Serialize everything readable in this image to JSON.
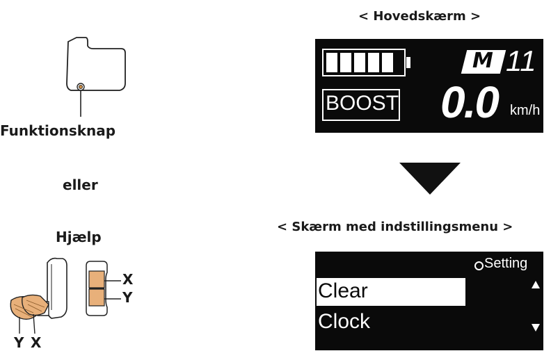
{
  "left": {
    "function_button_label": "Funktionsknap",
    "or_label": "eller",
    "assist_label": "Hjælp",
    "assist_switch": {
      "upper_key": "X",
      "lower_key": "Y",
      "lever_left": "Y",
      "lever_right": "X"
    }
  },
  "main_screen": {
    "title": "< Hovedskærm >",
    "mode_badge": "M",
    "assist_number": "11",
    "boost_label": "BOOST",
    "speed_value": "0.0",
    "speed_unit": "km/h",
    "battery_cells": 5
  },
  "settings_screen": {
    "title": "< Skærm med indstillingsmenu >",
    "header": "Setting",
    "menu_items": [
      "Clear",
      "Clock"
    ]
  },
  "colors": {
    "screen_bg": "#0a0a0a",
    "lever_fill": "#e8b07a"
  }
}
